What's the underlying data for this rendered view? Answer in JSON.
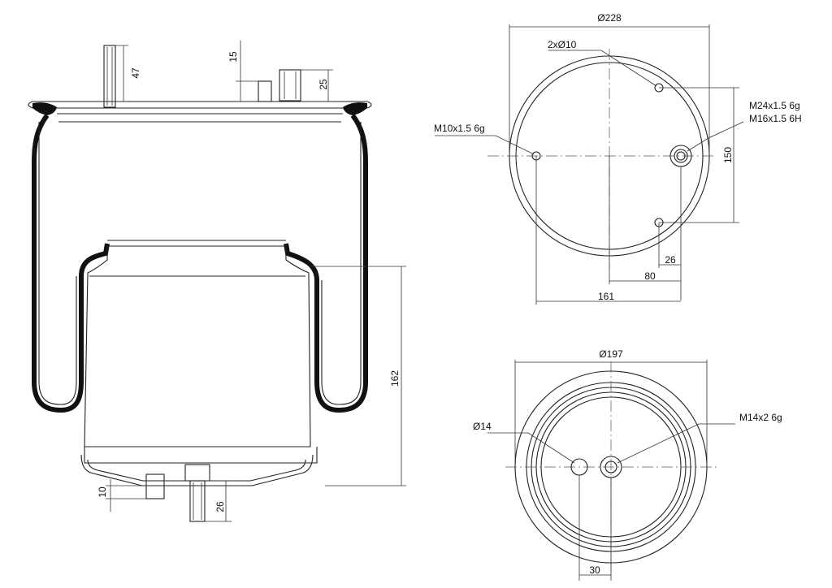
{
  "side_view": {
    "dim_47": "47",
    "dim_15": "15",
    "dim_25": "25",
    "dim_162": "162",
    "dim_10": "10",
    "dim_26": "26"
  },
  "top_view": {
    "dia_228": "Ø228",
    "holes_2x10": "2xØ10",
    "thread_m10": "M10x1.5 6g",
    "thread_m24": "M24x1.5 6g",
    "thread_m16": "M16x1.5 6H",
    "dim_150": "150",
    "dim_26": "26",
    "dim_80": "80",
    "dim_161": "161"
  },
  "bottom_view": {
    "dia_197": "Ø197",
    "dia_14": "Ø14",
    "thread_m14": "M14x2 6g",
    "dim_30": "30"
  }
}
